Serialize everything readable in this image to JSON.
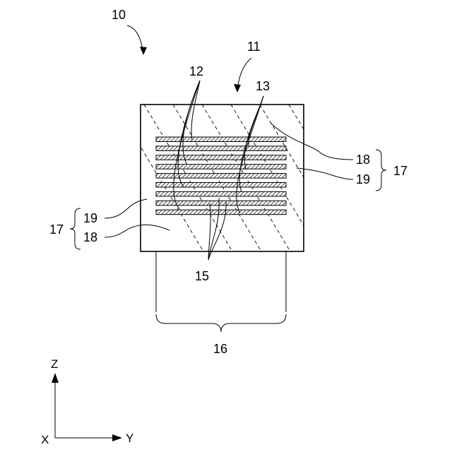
{
  "labels": {
    "device": "10",
    "element": "11",
    "first_electrodes": "12",
    "second_electrodes": "13",
    "gaps": "15",
    "width": "16",
    "group_right": "17",
    "group_left": "17",
    "layer_18_right": "18",
    "layer_19_right": "19",
    "layer_19_left": "19",
    "layer_18_left": "18"
  },
  "axes": {
    "z": "Z",
    "x": "X",
    "y": "Y"
  }
}
